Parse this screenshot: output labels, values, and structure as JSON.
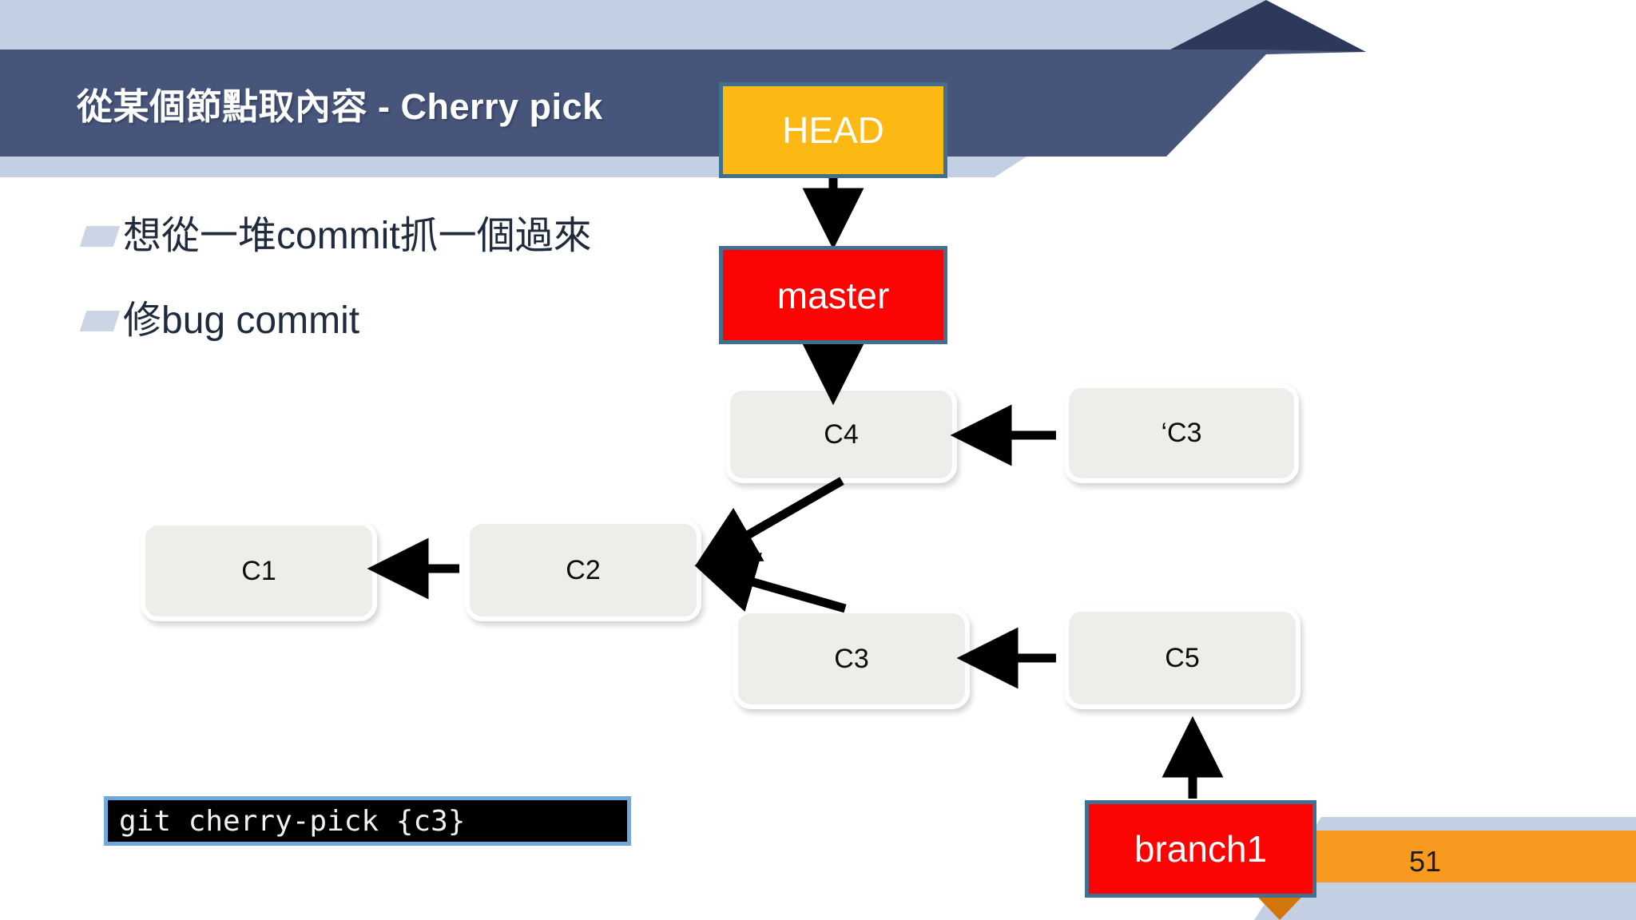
{
  "slide": {
    "title": "從某個節點取內容 - Cherry pick",
    "page_number": "51",
    "colors": {
      "header_navy": "#465579",
      "header_navy_dark": "#2c385c",
      "header_light": "#c3cfe3",
      "bullet_mark": "#ccd5e6",
      "node_fill": "#eeedea",
      "label_red": "#fc0404",
      "label_amber": "#fcb813",
      "label_border": "#41708f",
      "code_border": "#6fa8dc",
      "footer_orange": "#f79a1f",
      "footer_orange_dark": "#d2750b",
      "footer_blue_gray": "#c3cfe3"
    }
  },
  "bullets": [
    {
      "text": "想從一堆commit抓一個過來"
    },
    {
      "text": "修bug commit"
    }
  ],
  "code": {
    "command": "git cherry-pick {c3}"
  },
  "graph": {
    "labels": [
      {
        "id": "head",
        "text": "HEAD"
      },
      {
        "id": "master",
        "text": "master"
      },
      {
        "id": "branch1",
        "text": "branch1"
      }
    ],
    "commits": [
      {
        "id": "c1",
        "text": "C1"
      },
      {
        "id": "c2",
        "text": "C2"
      },
      {
        "id": "c3b",
        "text": "C3"
      },
      {
        "id": "c4",
        "text": "C4"
      },
      {
        "id": "c5",
        "text": "C5"
      },
      {
        "id": "c3prime",
        "text": "‘C3"
      }
    ],
    "edges": [
      {
        "from": "head",
        "to": "master",
        "direction": "down"
      },
      {
        "from": "master",
        "to": "c4",
        "direction": "down"
      },
      {
        "from": "c3prime",
        "to": "c4",
        "direction": "left"
      },
      {
        "from": "c4",
        "to": "c2",
        "direction": "down-left"
      },
      {
        "from": "c3b",
        "to": "c2",
        "direction": "up-left"
      },
      {
        "from": "c2",
        "to": "c1",
        "direction": "left"
      },
      {
        "from": "c5",
        "to": "c3b",
        "direction": "left"
      },
      {
        "from": "branch1",
        "to": "c5",
        "direction": "up"
      }
    ]
  }
}
